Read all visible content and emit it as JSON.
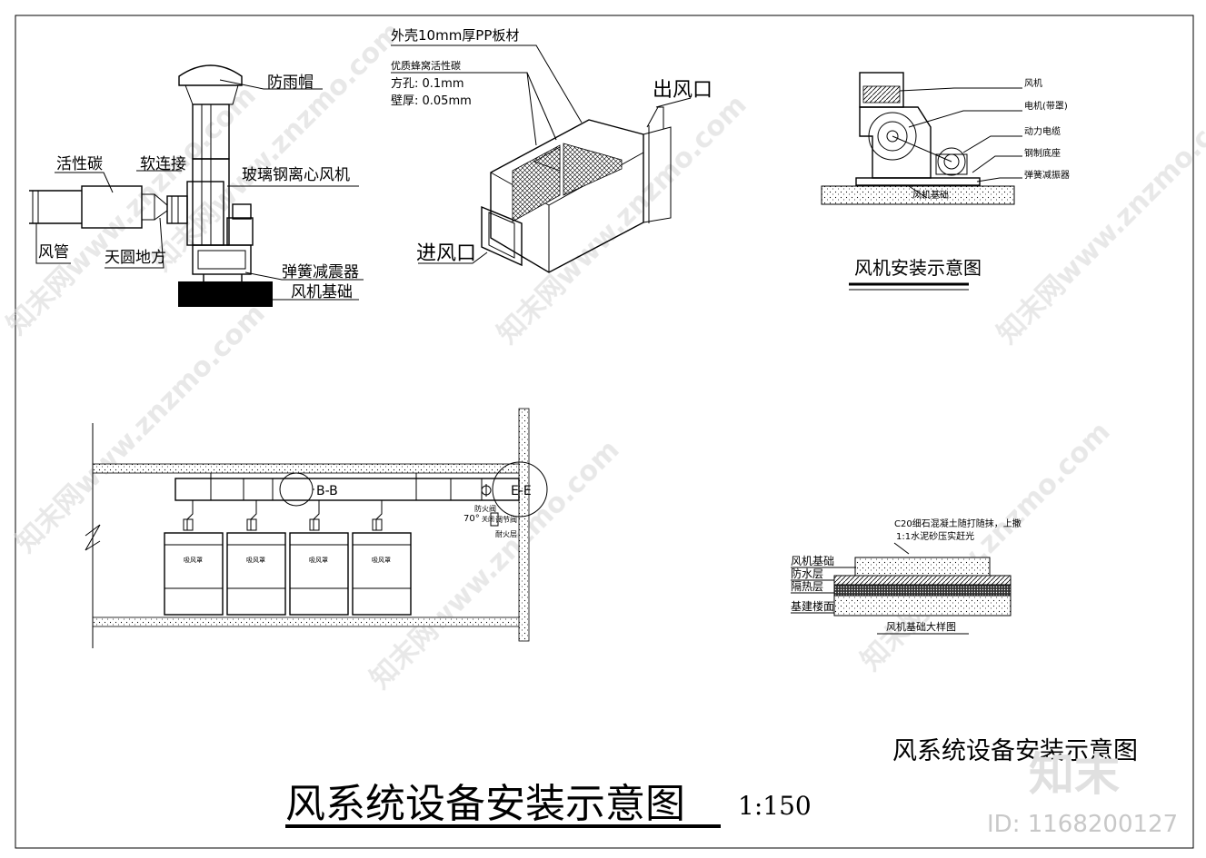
{
  "fan_assembly": {
    "rain_cap": "防雨帽",
    "activated_carbon": "活性碳",
    "soft_connection": "软连接",
    "frp_fan": "玻璃钢离心风机",
    "air_duct": "风管",
    "transition": "天圆地方",
    "spring_damper": "弹簧减震器",
    "fan_foundation": "风机基础"
  },
  "carbon_box": {
    "shell": "外壳10mm厚PP板材",
    "honeycomb": "优质蜂窝活性碳",
    "hole": "方孔: 0.1mm",
    "wall": "壁厚: 0.05mm",
    "outlet": "出风口",
    "inlet": "进风口"
  },
  "fan_install": {
    "fan": "风机",
    "motor": "电机(带罩)",
    "cable": "动力电缆",
    "steel_base": "钢制底座",
    "spring": "弹簧减振器",
    "foundation": "风机基础",
    "title": "风机安装示意图"
  },
  "duct_plan": {
    "section_b": "B-B",
    "section_e": "E-E",
    "fire_damper": "防火阀",
    "angle": "70°",
    "angle_note": "关闭",
    "valve": "调节阀",
    "firewall": "耐火层",
    "unit_label": "吸风罩"
  },
  "foundation_detail": {
    "note_line1": "C20细石混凝土随打随抹，上撒",
    "note_line2": "1:1水泥砂压实赶光",
    "layer_foundation": "风机基础",
    "layer_waterproof": "防水层",
    "layer_insulation": "隔热层",
    "layer_floor": "基建楼面",
    "caption": "风机基础大样图"
  },
  "sheet": {
    "subtitle": "风系统设备安装示意图",
    "title": "风系统设备安装示意图",
    "scale": "1:150",
    "watermark_brand": "知末",
    "watermark_id": "ID: 1168200127",
    "watermark_text": "知末网www.znzmo.com"
  }
}
